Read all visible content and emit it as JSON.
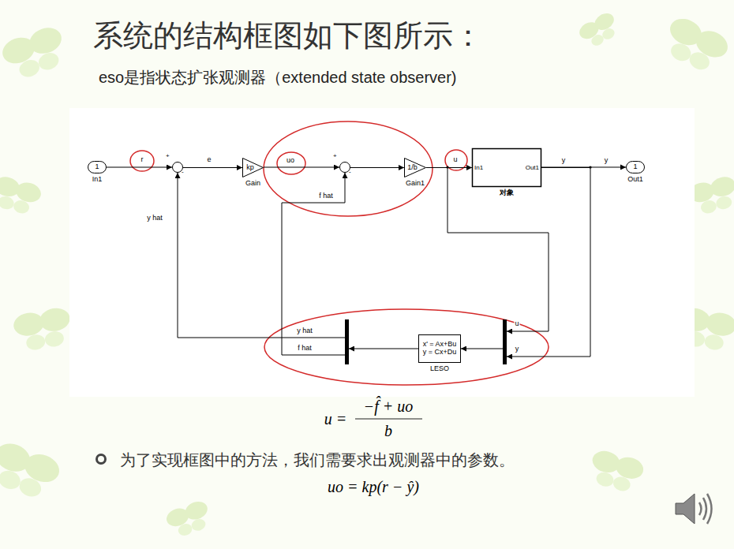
{
  "diagram": {
    "title": "系统的结构框图如下图所示：",
    "nodes": [
      {
        "text": [
          "1",
          "In1"
        ]
      },
      {
        "text": [
          "+",
          "-"
        ]
      },
      {
        "text": [
          "kp",
          "Gain"
        ]
      },
      {
        "text": [
          "+",
          "-"
        ]
      },
      {
        "text": [
          "1/b",
          "Gain1"
        ]
      },
      {
        "text": [
          "In1",
          "Out1",
          "对象"
        ]
      },
      {
        "text": [
          "1",
          "Out1"
        ]
      },
      {
        "text": []
      },
      {
        "text": [
          "x' = Ax+Bu",
          "y = Cx+Du",
          "LESO"
        ]
      },
      {
        "text": []
      }
    ],
    "edges": [
      {
        "from": 0,
        "to": 1,
        "label": "r",
        "arrow": "to"
      },
      {
        "from": 1,
        "to": 2,
        "label": "e",
        "arrow": "to"
      },
      {
        "from": 2,
        "to": 3,
        "label": "uo",
        "arrow": "to"
      },
      {
        "from": 3,
        "to": 4,
        "arrow": "to"
      },
      {
        "from": 4,
        "to": 5,
        "label": "u",
        "arrow": "to"
      },
      {
        "from": 5,
        "to": 6,
        "label": "y",
        "arrow": "to"
      },
      {
        "from": 4,
        "to": 9,
        "label": "u",
        "arrow": "to"
      },
      {
        "from": 5,
        "to": 9,
        "label": "y",
        "arrow": "to"
      },
      {
        "from": 9,
        "to": 8,
        "arrow": "to"
      },
      {
        "from": 8,
        "to": 7,
        "arrow": "to"
      },
      {
        "from": 7,
        "to": 1,
        "label": "y hat",
        "arrow": "to"
      },
      {
        "from": 7,
        "to": 3,
        "label": "f hat",
        "arrow": "to"
      }
    ],
    "labels": [
      "eso是指状态扩张观测器（extended state observer)",
      "y",
      "y hat",
      "f hat",
      "u =",
      "−f̂ + uo",
      "b",
      "为了实现框图中的方法，我们需要求出观测器中的参数。",
      "uo = kp(r − ŷ)"
    ]
  }
}
